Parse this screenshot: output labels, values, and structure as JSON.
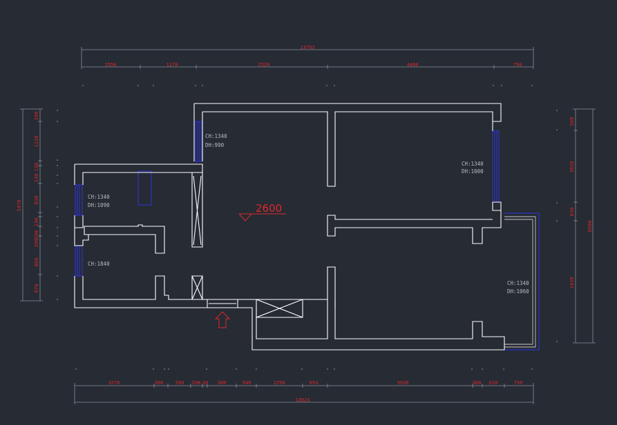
{
  "top_dims": {
    "overall": "13793",
    "segments": [
      "1550",
      "1170",
      "2520",
      "4400",
      "750"
    ]
  },
  "bottom_dims": {
    "overall": "13023",
    "segments": [
      "3270",
      "300",
      "590",
      "298",
      "20",
      "380",
      "940",
      "1290",
      "693",
      "3920",
      "300",
      "610",
      "750"
    ]
  },
  "left_dims": {
    "overall": "5470",
    "segments": [
      "290",
      "1130",
      "130",
      "130",
      "830",
      "130",
      "290",
      "290",
      "860",
      "670"
    ]
  },
  "right_dims": {
    "overall": "6500",
    "segments": [
      "560",
      "3020",
      "630",
      "1430"
    ]
  },
  "room_labels": {
    "r1_ch": "CH:1340",
    "r1_dh": "DH:990",
    "r2_ch": "CH:1340",
    "r2_dh": "DH:1000",
    "r3_ch": "CH:1340",
    "r3_dh": "DH:1090",
    "r4_ch": "CH:1840",
    "r5_ch": "CH:1340",
    "r5_dh": "DH:1060"
  },
  "ceiling_height": "2600",
  "colors": {
    "background": "#262b34",
    "wall": "#ffffff",
    "window": "#2d35c8",
    "dimension_text": "#e0282c"
  },
  "icons": {
    "entrance": "up-arrow-icon",
    "level": "level-marker-icon"
  }
}
